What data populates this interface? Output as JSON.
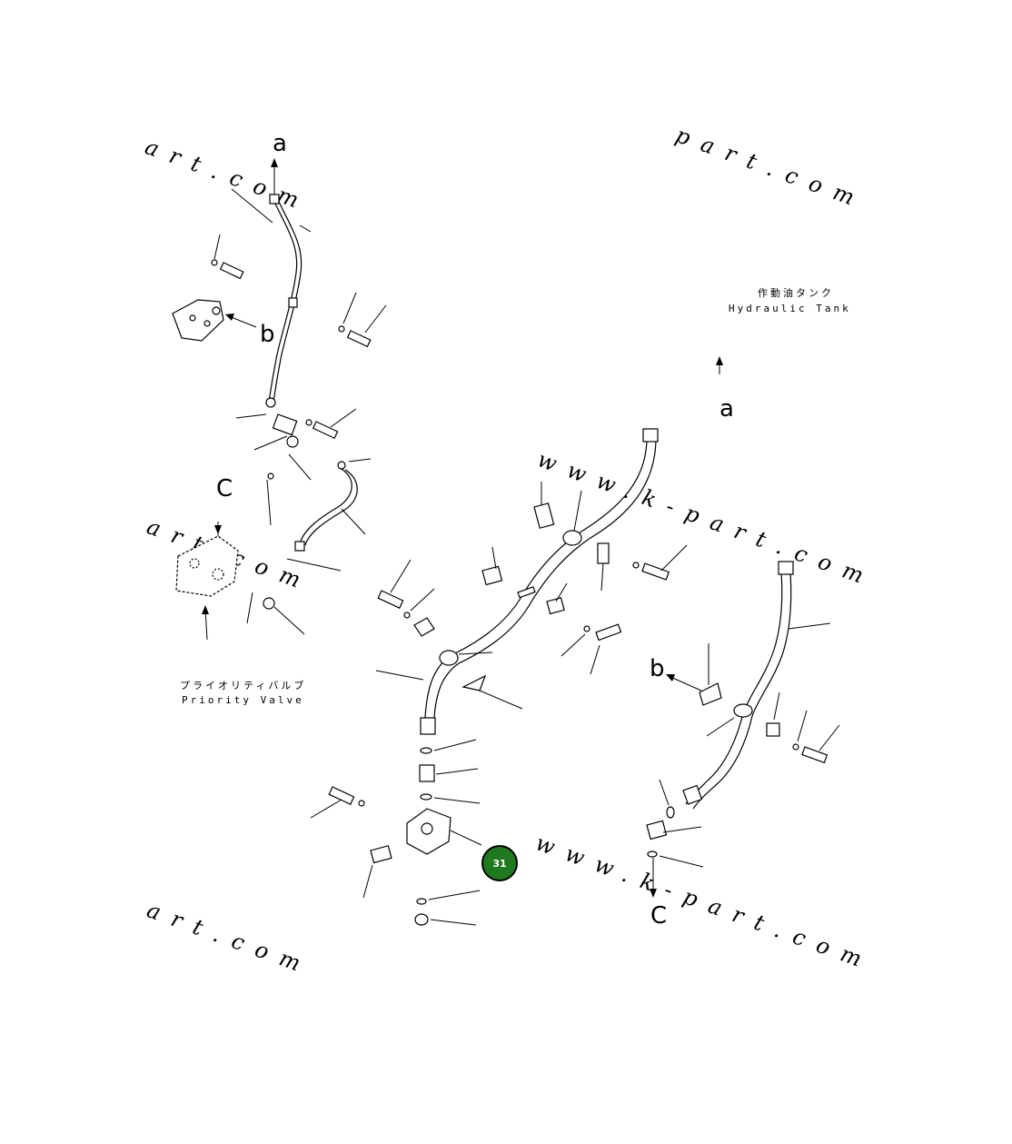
{
  "callouts": {
    "a_top": "a",
    "a_right": "a",
    "b_left": "b",
    "b_right": "b",
    "c_left": "C",
    "c_bottom": "C"
  },
  "labels": {
    "tank_jp": "作動油タンク",
    "tank_en": "Hydraulic Tank",
    "valve_jp": "プライオリティバルブ",
    "valve_en": "Priority Valve"
  },
  "watermarks": {
    "top_left": "art.com",
    "top_right": "part.com",
    "middle_left": "art.com",
    "middle_right": "www.k-part.com",
    "bottom_left": "art.com",
    "bottom_right": "www.k-part.com"
  },
  "badge": {
    "number": "31",
    "color": "#1f7a1f"
  }
}
